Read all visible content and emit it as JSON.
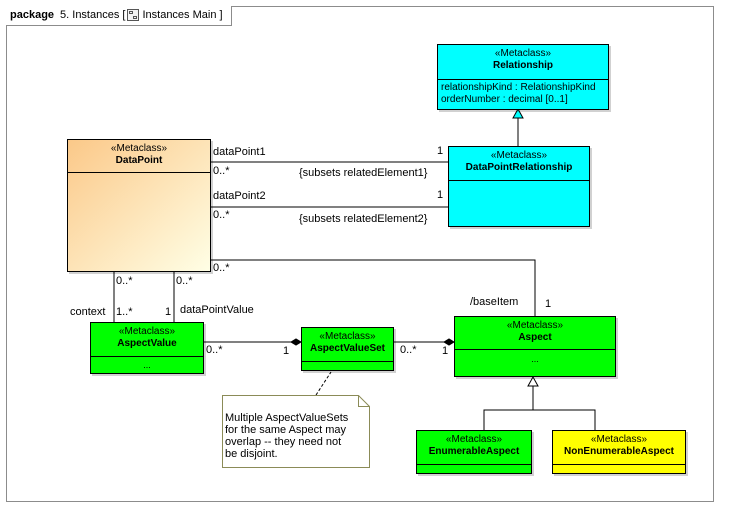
{
  "frame": {
    "keyword": "package",
    "title_before_icon": "5. Instances [",
    "icon": "diagram-icon",
    "title_after_icon": "Instances Main ]"
  },
  "colors": {
    "relationship_fill": "#00ffff",
    "aspect_fill": "#00ff00",
    "non_enumerable_fill": "#ffff00",
    "datapoint_fill_from": "#fbc888",
    "datapoint_fill_to": "#ffffe6",
    "note_border": "#8b8b57"
  },
  "classes": {
    "relationship": {
      "stereotype": "«Metaclass»",
      "name": "Relationship",
      "attr1": "relationshipKind : RelationshipKind",
      "attr2": "orderNumber : decimal [0..1]"
    },
    "datapoint_relationship": {
      "stereotype": "«Metaclass»",
      "name": "DataPointRelationship"
    },
    "datapoint": {
      "stereotype": "«Metaclass»",
      "name": "DataPoint"
    },
    "aspect_value": {
      "stereotype": "«Metaclass»",
      "name": "AspectValue",
      "ellipsis": "..."
    },
    "aspect_value_set": {
      "stereotype": "«Metaclass»",
      "name": "AspectValueSet"
    },
    "aspect": {
      "stereotype": "«Metaclass»",
      "name": "Aspect",
      "ellipsis": "..."
    },
    "enumerable_aspect": {
      "stereotype": "«Metaclass»",
      "name": "EnumerableAspect"
    },
    "non_enumerable_aspect": {
      "stereotype": "«Metaclass»",
      "name": "NonEnumerableAspect"
    }
  },
  "associations": {
    "dp1": {
      "role": "dataPoint1",
      "mult_left": "0..*",
      "mult_right": "1",
      "constraint": "{subsets relatedElement1}"
    },
    "dp2": {
      "role": "dataPoint2",
      "mult_left": "0..*",
      "mult_right": "1",
      "constraint": "{subsets relatedElement2}"
    },
    "base_item": {
      "mult_datapoint": "0..*",
      "role": "/baseItem",
      "mult_aspect": "1"
    },
    "context": {
      "role": "context",
      "mult_datapoint": "0..*",
      "mult_value": "1..*"
    },
    "data_point_value": {
      "role": "dataPointValue",
      "mult_datapoint": "0..*",
      "mult_value": "1"
    },
    "value_to_set": {
      "mult_value": "0..*",
      "mult_set": "1"
    },
    "set_to_aspect": {
      "mult_set": "0..*",
      "mult_aspect": "1"
    }
  },
  "note": {
    "line1": "Multiple AspectValueSets",
    "line2": "for the same Aspect may",
    "line3": "overlap -- they need not",
    "line4": "be disjoint."
  }
}
